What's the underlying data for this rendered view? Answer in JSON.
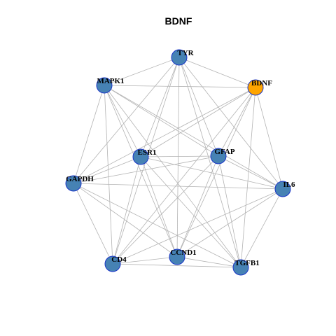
{
  "title": "BDNF",
  "colors": {
    "node_default": "#4682b4",
    "node_highlight": "#ffa500",
    "node_border": "#1a35c8",
    "edge": "#b3b3b3"
  },
  "nodes": [
    {
      "id": "TYR",
      "label": "TYR",
      "highlight": false
    },
    {
      "id": "BDNF",
      "label": "BDNF",
      "highlight": true
    },
    {
      "id": "IL6",
      "label": "IL6",
      "highlight": false
    },
    {
      "id": "TGFB1",
      "label": "TGFB1",
      "highlight": false
    },
    {
      "id": "CCND1",
      "label": "CCND1",
      "highlight": false
    },
    {
      "id": "CD4",
      "label": "CD4",
      "highlight": false
    },
    {
      "id": "GAPDH",
      "label": "GAPDH",
      "highlight": false
    },
    {
      "id": "MAPK1",
      "label": "MAPK1",
      "highlight": false
    },
    {
      "id": "ESR1",
      "label": "ESR1",
      "highlight": false
    },
    {
      "id": "GFAP",
      "label": "GFAP",
      "highlight": false
    }
  ],
  "edges": [
    [
      "TYR",
      "MAPK1"
    ],
    [
      "TYR",
      "BDNF"
    ],
    [
      "TYR",
      "ESR1"
    ],
    [
      "TYR",
      "GFAP"
    ],
    [
      "TYR",
      "GAPDH"
    ],
    [
      "TYR",
      "IL6"
    ],
    [
      "TYR",
      "CD4"
    ],
    [
      "TYR",
      "CCND1"
    ],
    [
      "TYR",
      "TGFB1"
    ],
    [
      "MAPK1",
      "BDNF"
    ],
    [
      "MAPK1",
      "ESR1"
    ],
    [
      "MAPK1",
      "GFAP"
    ],
    [
      "MAPK1",
      "GAPDH"
    ],
    [
      "MAPK1",
      "IL6"
    ],
    [
      "MAPK1",
      "CD4"
    ],
    [
      "MAPK1",
      "CCND1"
    ],
    [
      "MAPK1",
      "TGFB1"
    ],
    [
      "BDNF",
      "ESR1"
    ],
    [
      "BDNF",
      "GFAP"
    ],
    [
      "BDNF",
      "GAPDH"
    ],
    [
      "BDNF",
      "IL6"
    ],
    [
      "BDNF",
      "CD4"
    ],
    [
      "BDNF",
      "CCND1"
    ],
    [
      "BDNF",
      "TGFB1"
    ],
    [
      "ESR1",
      "GFAP"
    ],
    [
      "ESR1",
      "GAPDH"
    ],
    [
      "ESR1",
      "IL6"
    ],
    [
      "ESR1",
      "CD4"
    ],
    [
      "ESR1",
      "CCND1"
    ],
    [
      "ESR1",
      "TGFB1"
    ],
    [
      "GFAP",
      "GAPDH"
    ],
    [
      "GFAP",
      "IL6"
    ],
    [
      "GFAP",
      "CD4"
    ],
    [
      "GFAP",
      "CCND1"
    ],
    [
      "GFAP",
      "TGFB1"
    ],
    [
      "GAPDH",
      "IL6"
    ],
    [
      "GAPDH",
      "CD4"
    ],
    [
      "GAPDH",
      "CCND1"
    ],
    [
      "GAPDH",
      "TGFB1"
    ],
    [
      "IL6",
      "CD4"
    ],
    [
      "IL6",
      "CCND1"
    ],
    [
      "IL6",
      "TGFB1"
    ],
    [
      "CD4",
      "CCND1"
    ],
    [
      "CD4",
      "TGFB1"
    ],
    [
      "CCND1",
      "TGFB1"
    ]
  ]
}
